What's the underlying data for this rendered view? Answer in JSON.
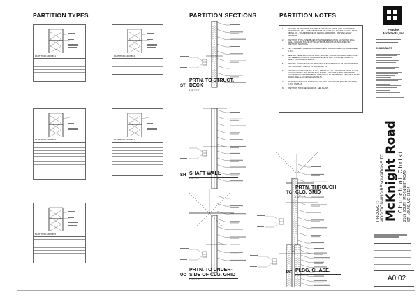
{
  "sheet": {
    "partition_types": {
      "title": "PARTITION TYPES",
      "groups": [
        "PARTITION GROUP 1",
        "PARTITION GROUP 2",
        "PARTITION GROUP 3",
        "PARTITION GROUP 4",
        "PARTITION GROUP 5"
      ]
    },
    "partition_sections": {
      "title": "PARTITION SECTIONS",
      "sections": [
        {
          "tag": "ST",
          "title_1": "PRTN. TO STRUCT.",
          "title_2": "DECK",
          "scale": "1 1/2\" = 1'-0\""
        },
        {
          "tag": "SH",
          "title_1": "SHAFT WALL",
          "title_2": "",
          "scale": "1 1/2\" = 1'-0\""
        },
        {
          "tag": "UC",
          "title_1": "PRTN. TO UNDER-",
          "title_2": "SIDE OF CLG. GRID",
          "scale": "1 1/2\" = 1'-0\""
        },
        {
          "tag": "TC",
          "title_1": "PRTN. THROUGH",
          "title_2": "CLG. GRID",
          "scale": "1 1/2\" = 1'-0\""
        },
        {
          "tag": "PC",
          "title_1": "PLBG. CHASE",
          "title_2": "",
          "scale": "1 1/2\" = 1'-0\""
        }
      ]
    },
    "partition_notes": {
      "title": "PARTITION NOTES",
      "items": [
        {
          "n": "1.",
          "text": "HEIGHTS OF PARTITION ELEMENTS ARE AS FOLLOWS: (SEE ALSO DETAIL REFERENCES.)  ST - TO 6\" ABOVE CEILING GRID  TC - TO STRUCTURAL DECK ABOVE  UC - TO UNDERSIDE OF CEILING GRID  PART - PARTIAL HEIGHT PARTITION"
        },
        {
          "n": "2.",
          "text": "PARTITION TYPE ASSEMBLIES WITH THE DESIGNATION SC (SOUND WALL) SHALL INCLUDE SOUND ATTENUATION BLANKETS AS INDICATED ON PARTITION SECTIONS."
        },
        {
          "n": "3.",
          "text": "TEST NUMBERS ARE FOR UNDERWRITERS LABORATORIES (UL) ASSEMBLIES U.N.O."
        },
        {
          "n": "4.",
          "text": "SEAL ALL PENETRATIONS OF FIRE-, SMOKE-, SOUND-BOUNDING PARTITIONS. FILL PENETRATIONS OF CORRIDOR SIDE OF PARTITIONS DESIGNED TO RESIST PASSAGE OF SMOKE."
        },
        {
          "n": "5.",
          "text": "PROVIDE SOUND BATTS OF INDICATED THICKNESS ONLY WHERE PARTITION TAG SUBSCRIPT INDICATES SOUND BATTS."
        },
        {
          "n": "6.",
          "text": "ADD DEFLECTION CEILING FLAGS, SMOKE FLAGS, FIRE PROTECTION FLAGS FOR LOCATIONS AND RATINGS OF SMOKE- AND FIRE-RATED PARTITIONS. ACCORDINGLY TEST NUMBERS APPLY ONLY TO PARTITIONS INDICATED TO BE RATED (SEE ALSO GENERAL NOTE 5)."
        },
        {
          "n": "7.",
          "text": "OFFSET STUDS 2 1/2\" FROM FACE OF WALL OR COLUMN (WHERE OCCURS) U.N.O. ON PLAN."
        },
        {
          "n": "8.",
          "text": "PARTITION THICKNESS VARIES - SEE PLANS."
        }
      ]
    },
    "title_block": {
      "firm_1": "Fletcher",
      "firm_2": "Architects, Inc.",
      "consultants": "CONSULTANTS",
      "project_label": "PROJECT:",
      "project_desc": "ADDITION AND RENOVATIONS TO",
      "project_name": "McKnight Road",
      "project_sub": "Church of Christ",
      "address_1": "2515 SOUTH MCKNIGHT ROAD",
      "address_2": "ST. LOUIS, MO 63124",
      "sheet_number": "A0.02"
    },
    "colors": {
      "ink": "#111111",
      "paper": "#ffffff",
      "linework": "#555555"
    }
  }
}
